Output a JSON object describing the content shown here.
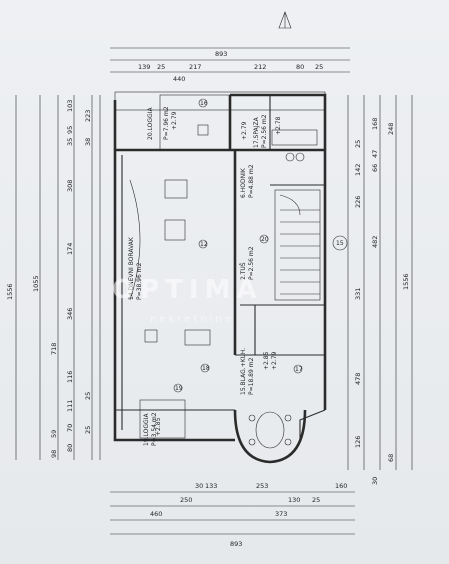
{
  "title_dims": {
    "top_total": "893",
    "bottom_total": "893",
    "left_total": "1556",
    "right_total": "1556"
  },
  "top_row": [
    "139",
    "25",
    "217",
    "212",
    "80",
    "25",
    "440"
  ],
  "bottom_row": [
    "30",
    "133",
    "250",
    "253",
    "130",
    "25",
    "460",
    "373",
    "160"
  ],
  "left_col": [
    "103",
    "223",
    "35",
    "95",
    "38",
    "308",
    "174",
    "1055",
    "346",
    "718",
    "116",
    "25",
    "111",
    "70",
    "59",
    "25",
    "80",
    "98"
  ],
  "right_col": [
    "25",
    "168",
    "248",
    "142",
    "66",
    "47",
    "226",
    "482",
    "331",
    "478",
    "126",
    "30",
    "68"
  ],
  "rooms": [
    {
      "name": "20.LOGGIA",
      "area": "P=7.96 m2"
    },
    {
      "name": "17.SPAJZA",
      "area": "P=2.56 m2"
    },
    {
      "name": "6.HODNIK",
      "area": "P=4.88 m2"
    },
    {
      "name": "14.DNEVNI BORAVAK",
      "area": "P=38.96 m2"
    },
    {
      "name": "2.TUŠ",
      "area": "P=2.56 m2"
    },
    {
      "name": "15.BLAG.+KUH.",
      "area": "P=18.89 m2"
    },
    {
      "name": "19.LOGGIA",
      "area": "P=3.54 m2"
    }
  ],
  "heights": [
    "+2.79",
    "+2.85",
    "+2.79",
    "+2.78",
    "+2.85",
    "+2.79"
  ],
  "markers": [
    "12",
    "18",
    "16",
    "19",
    "17",
    "20",
    "15"
  ],
  "watermark": "OPTIMA",
  "watermark_sub": "nekretnine"
}
